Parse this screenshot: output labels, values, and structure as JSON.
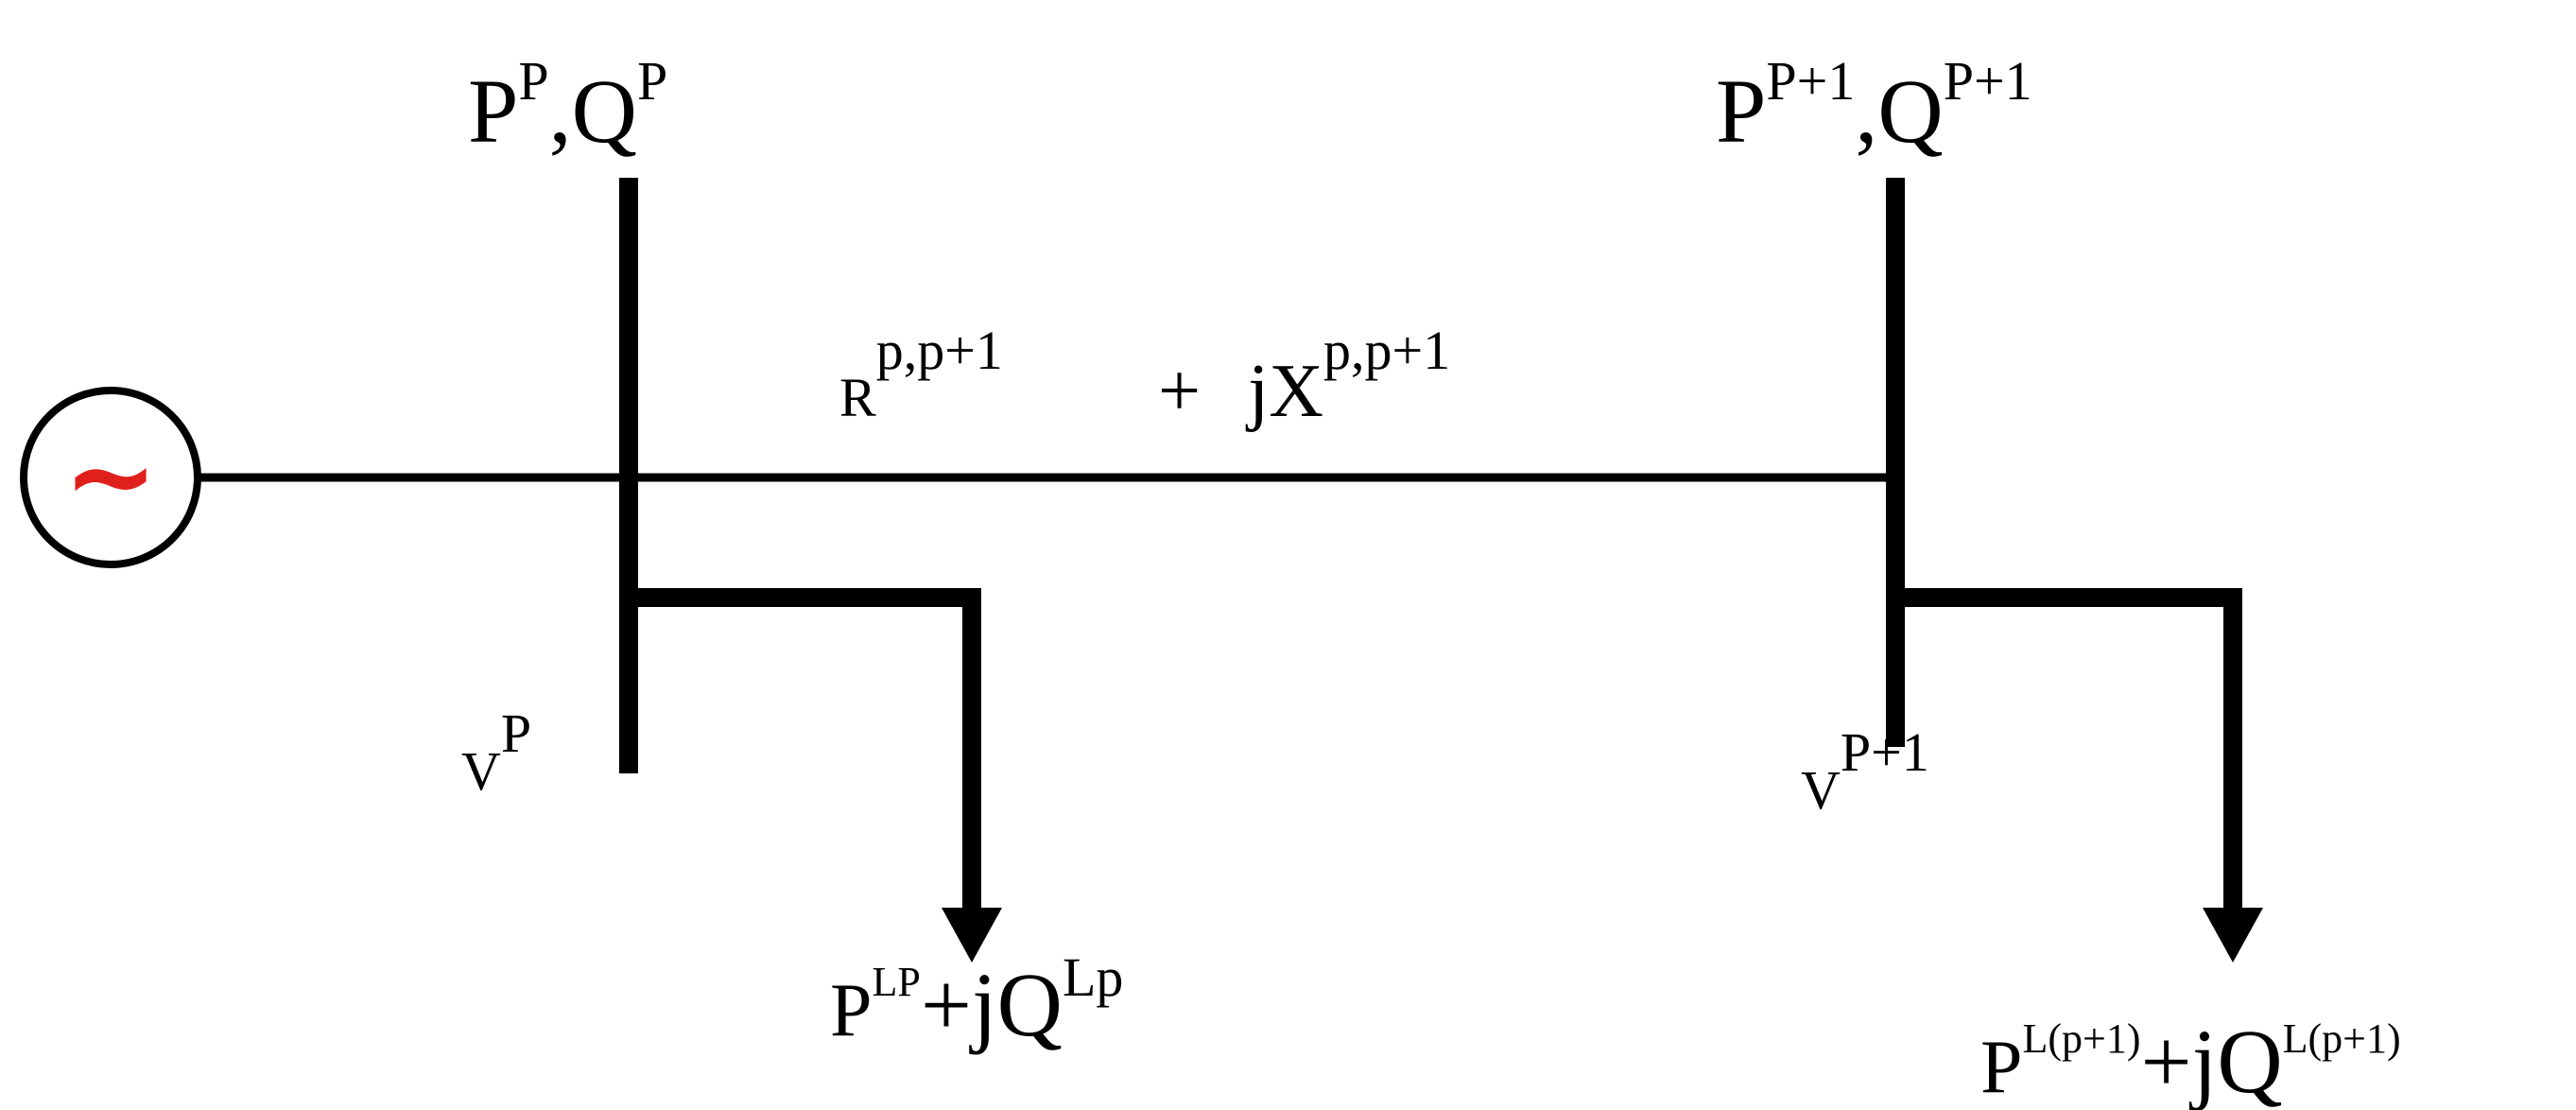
{
  "colors": {
    "line": "#000000",
    "generator_symbol": "#e0201c",
    "background": "#ffffff"
  },
  "generator": {
    "symbol": "~"
  },
  "bus_p": {
    "power": {
      "p": "P",
      "p_sup": "P",
      "sep": ",",
      "q": "Q",
      "q_sup": "P"
    },
    "voltage": {
      "base": "V",
      "sup": "P"
    },
    "load": {
      "p": "P",
      "p_sup": "LP",
      "plus_j": "+jQ",
      "q_sup": "Lp"
    }
  },
  "bus_p1": {
    "power": {
      "p": "P",
      "p_sup": "P+1",
      "sep": ",",
      "q": "Q",
      "q_sup": "P+1"
    },
    "voltage": {
      "base": "V",
      "sup": "P+1"
    },
    "load": {
      "p": "P",
      "p_sup": "L(p+1)",
      "plus_j": "+jQ",
      "q_sup": "L(p+1)"
    }
  },
  "line_impedance": {
    "r": "R",
    "r_sup": "p,p+1",
    "plus": "+",
    "jx": "jX",
    "x_sup": "p,p+1"
  }
}
